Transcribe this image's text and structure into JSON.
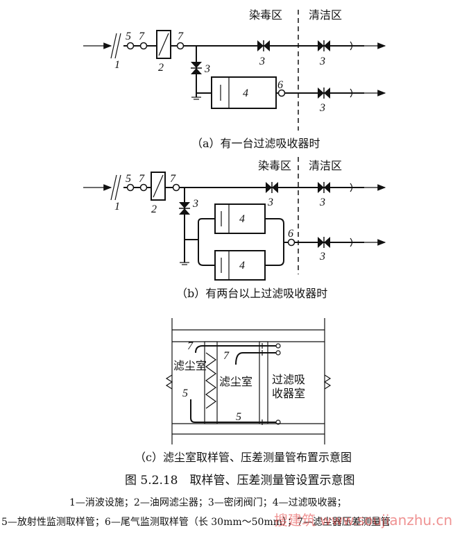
{
  "diagram_a": {
    "zone_contaminated": "染毒区",
    "zone_clean": "清洁区",
    "caption": "（a）有一台过滤吸收器时",
    "labels": {
      "n1": "1",
      "n2": "2",
      "n3": "3",
      "n4": "4",
      "n5": "5",
      "n6": "6",
      "n7": "7"
    }
  },
  "diagram_b": {
    "zone_contaminated": "染毒区",
    "zone_clean": "清洁区",
    "caption": "（b）有两台以上过滤吸收器时",
    "labels": {
      "n1": "1",
      "n2": "2",
      "n3": "3",
      "n4": "4",
      "n5": "5",
      "n6": "6",
      "n7": "7"
    }
  },
  "diagram_c": {
    "room_dust_left": "滤尘室",
    "room_dust_mid": "滤尘室",
    "room_filter_1": "过滤吸",
    "room_filter_2": "收器室",
    "caption": "（c）滤尘室取样管、压差测量管布置示意图",
    "labels": {
      "n5": "5",
      "n7": "7"
    }
  },
  "figure_title": "图 5.2.18　取样管、压差测量管设置示意图",
  "legend_line1": "1—消波设施；2—油网滤尘器；3—密闭阀门；4—过滤吸收器；",
  "legend_line2": "5—放射性监测取样管；6—尾气监测取样管（长 30mm～50mm）；7—滤尘器压差测量管",
  "watermark": "搜建筑 www.soujianzhu.cn"
}
